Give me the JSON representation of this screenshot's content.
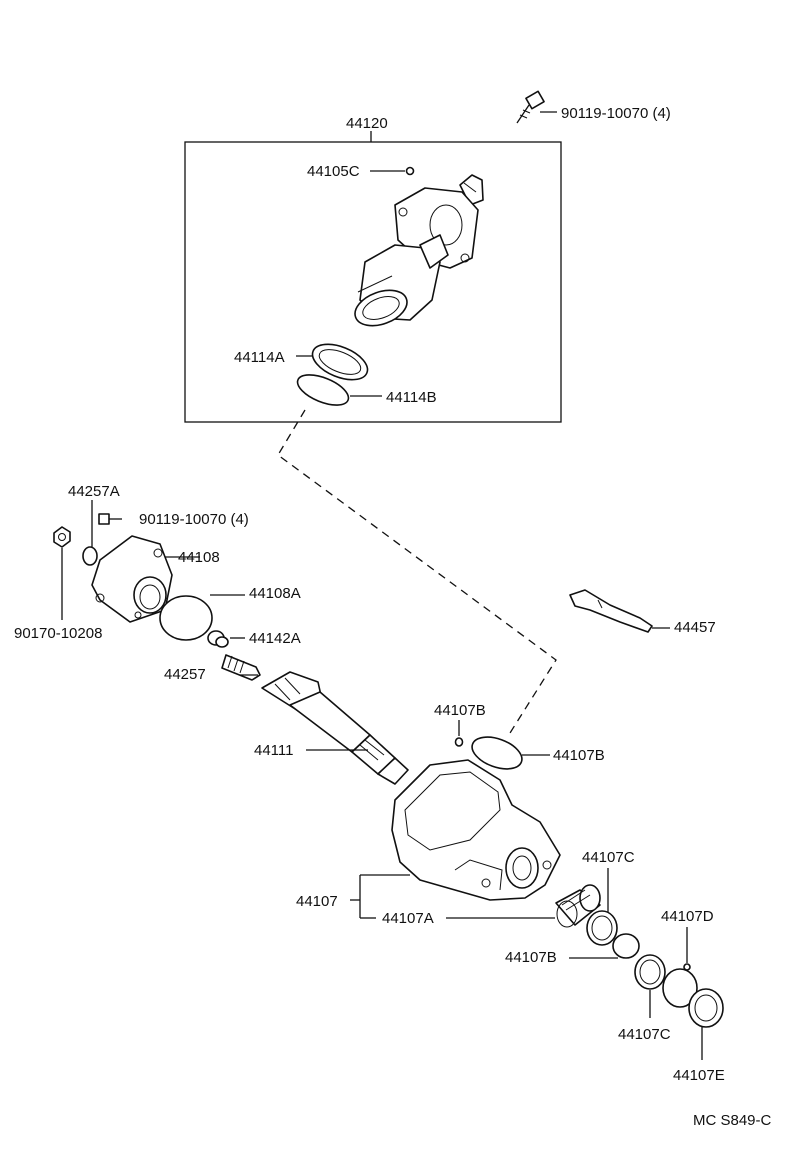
{
  "diagram": {
    "labels": {
      "p44120": "44120",
      "p90119_top": "90119-10070 (4)",
      "p44105C": "44105C",
      "p44114A": "44114A",
      "p44114B": "44114B",
      "p44257A": "44257A",
      "p90119_mid": "90119-10070 (4)",
      "p44108": "44108",
      "p44108A": "44108A",
      "p90170": "90170-10208",
      "p44142A": "44142A",
      "p44257": "44257",
      "p44457": "44457",
      "p44107B_a": "44107B",
      "p44107B_b": "44107B",
      "p44111": "44111",
      "p44107": "44107",
      "p44107A": "44107A",
      "p44107C_a": "44107C",
      "p44107B_c": "44107B",
      "p44107D": "44107D",
      "p44107C_b": "44107C",
      "p44107E": "44107E"
    },
    "drawing_code": "MC  S849-C"
  }
}
